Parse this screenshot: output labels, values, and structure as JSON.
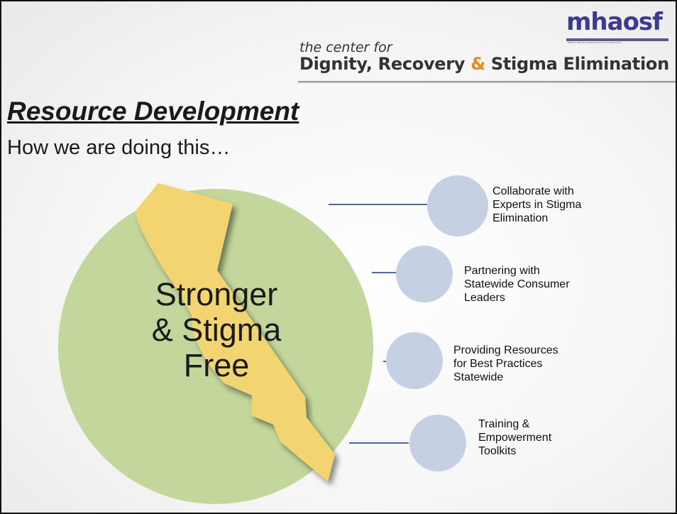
{
  "brand": {
    "logo": "mhaosf",
    "logo_subtext": "MENTAL HEALTH ASSOCIATION OF SAN FRANCISCO",
    "tagline_small": "the center for",
    "tagline_main_part1": "Dignity, Recovery ",
    "tagline_amp": "&",
    "tagline_main_part2": " Stigma Elimination"
  },
  "slide": {
    "title": "Resource Development",
    "subtitle": "How we are doing this…"
  },
  "diagram": {
    "center_lines": [
      "Stronger",
      "& Stigma",
      "Free"
    ],
    "items": [
      {
        "lines": [
          "Collaborate with",
          "Experts in Stigma",
          "Elimination"
        ]
      },
      {
        "lines": [
          "Partnering with",
          "Statewide Consumer",
          "Leaders"
        ]
      },
      {
        "lines": [
          "Providing Resources",
          "for Best Practices",
          "Statewide"
        ]
      },
      {
        "lines": [
          "Training &",
          "Empowerment",
          "Toolkits"
        ]
      }
    ]
  },
  "colors": {
    "big_circle": "#c3d69b",
    "state_fill": "#f2d46f",
    "node_circle": "#c6d0e3",
    "connector": "#4f6d9a",
    "title_text": "#1a1a1a",
    "brand_blue": "#3b3b8f",
    "brand_gold": "#d9a21b"
  }
}
